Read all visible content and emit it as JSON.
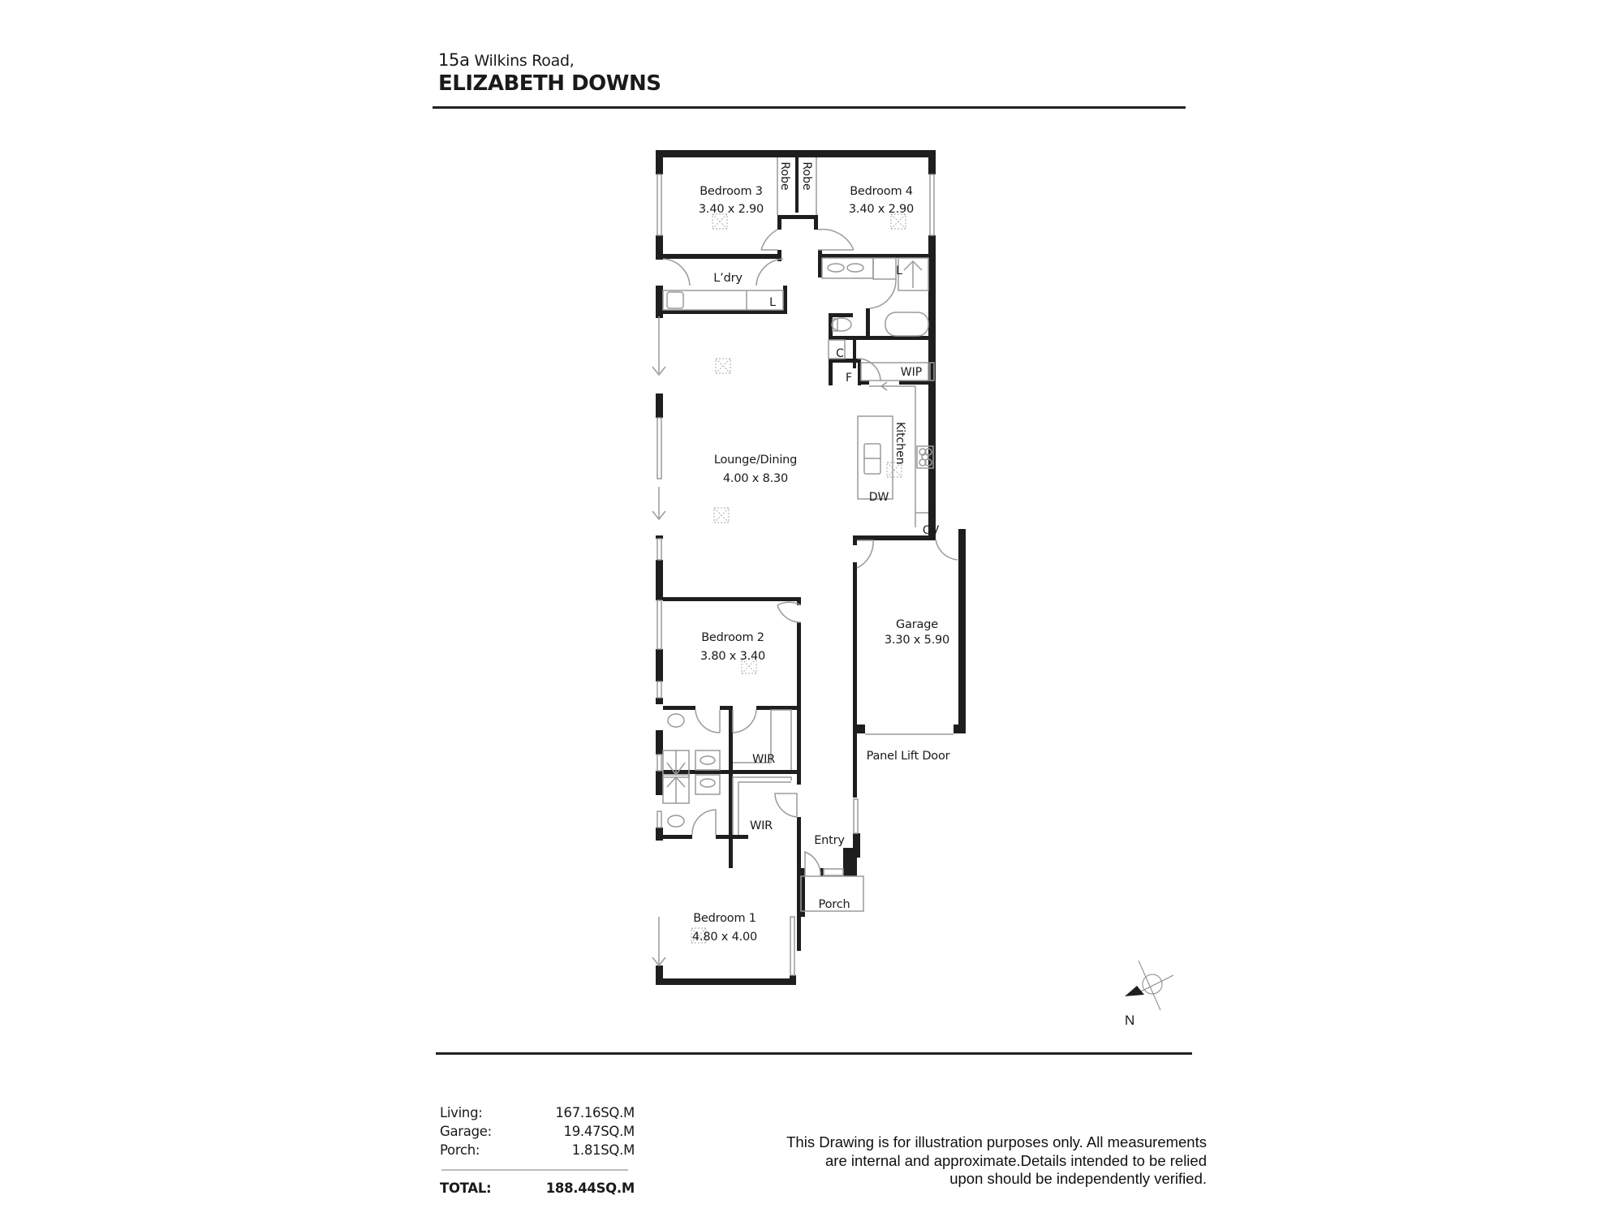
{
  "header": {
    "street_number": "15a",
    "street_name": "Wilkins Road,",
    "suburb": "ELIZABETH DOWNS"
  },
  "rooms": {
    "bedroom3": {
      "name": "Bedroom 3",
      "size": "3.40 x 2.90"
    },
    "bedroom4": {
      "name": "Bedroom 4",
      "size": "3.40 x 2.90"
    },
    "robe_left": {
      "name": "Robe"
    },
    "robe_right": {
      "name": "Robe"
    },
    "laundry": {
      "name": "L’dry"
    },
    "laundry_linen": {
      "name": "L"
    },
    "bath_linen": {
      "name": "L"
    },
    "cupboard": {
      "name": "C"
    },
    "fridge": {
      "name": "F"
    },
    "pantry": {
      "name": "WIP"
    },
    "kitchen": {
      "name": "Kitchen"
    },
    "dishwasher": {
      "name": "DW"
    },
    "oven": {
      "name": "OV"
    },
    "lounge": {
      "name": "Lounge/Dining",
      "size": "4.00 x 8.30"
    },
    "garage": {
      "name": "Garage",
      "size": "3.30 x 5.90"
    },
    "garage_door": {
      "name": "Panel Lift Door"
    },
    "bedroom2": {
      "name": "Bedroom 2",
      "size": "3.80 x 3.40"
    },
    "wir_upper": {
      "name": "WIR"
    },
    "wir_lower": {
      "name": "WIR"
    },
    "entry": {
      "name": "Entry"
    },
    "porch": {
      "name": "Porch"
    },
    "bedroom1": {
      "name": "Bedroom 1",
      "size": "4.80 x 4.00"
    }
  },
  "compass": {
    "label": "N",
    "icon": "north-arrow-icon"
  },
  "areas": {
    "rows": [
      {
        "label": "Living:",
        "value": "167.16SQ.M"
      },
      {
        "label": "Garage:",
        "value": "19.47SQ.M"
      },
      {
        "label": "Porch:",
        "value": "1.81SQ.M"
      }
    ],
    "total": {
      "label": "TOTAL:",
      "value": "188.44SQ.M"
    }
  },
  "disclaimer": {
    "line1": "This Drawing is for illustration purposes only. All measurements",
    "line2": "are internal and approximate.Details intended to be relied",
    "line3": "upon should be independently verified."
  },
  "colors": {
    "wall": "#1e1e1e",
    "fixture": "#9a9a9a",
    "background": "#ffffff"
  }
}
